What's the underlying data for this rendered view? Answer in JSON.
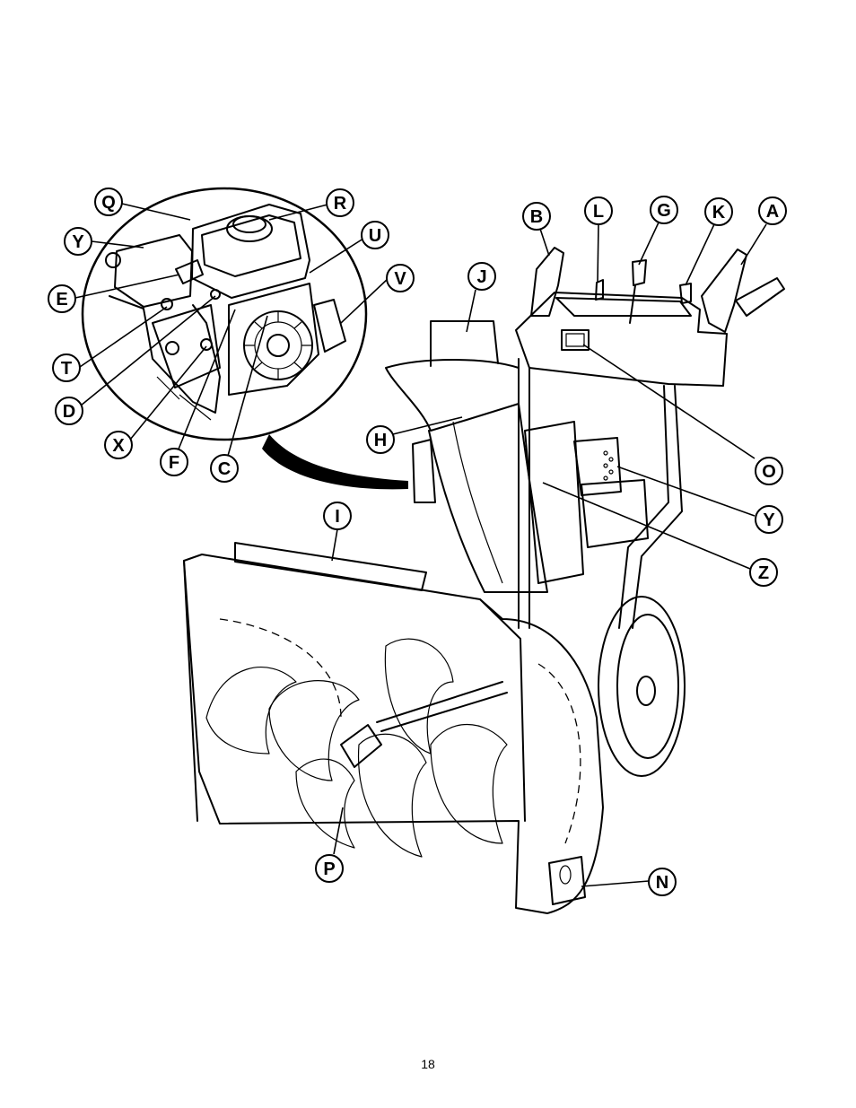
{
  "page_number": "18",
  "callouts": [
    {
      "label": "Q",
      "points_to": "engine-top-cover"
    },
    {
      "label": "R",
      "points_to": "fuel-cap"
    },
    {
      "label": "U",
      "points_to": "engine-shroud"
    },
    {
      "label": "V",
      "points_to": "recoil-starter-handle"
    },
    {
      "label": "Y",
      "points_to": "engine-head"
    },
    {
      "label": "E",
      "points_to": "oil-fill-cap"
    },
    {
      "label": "T",
      "points_to": "primer"
    },
    {
      "label": "D",
      "points_to": "choke"
    },
    {
      "label": "X",
      "points_to": "ignition-port"
    },
    {
      "label": "F",
      "points_to": "throttle-control"
    },
    {
      "label": "C",
      "points_to": "recoil-starter"
    },
    {
      "label": "B",
      "points_to": "left-drive-handle"
    },
    {
      "label": "L",
      "points_to": "speed-lever"
    },
    {
      "label": "G",
      "points_to": "chute-crank"
    },
    {
      "label": "K",
      "points_to": "chute-deflector-lever"
    },
    {
      "label": "A",
      "points_to": "right-auger-handle"
    },
    {
      "label": "J",
      "points_to": "chute-deflector-handle"
    },
    {
      "label": "O",
      "points_to": "headlight"
    },
    {
      "label": "H",
      "points_to": "discharge-chute"
    },
    {
      "label": "Y",
      "points_to": "engine-side-cover"
    },
    {
      "label": "Z",
      "points_to": "frame-tube"
    },
    {
      "label": "I",
      "points_to": "auger-housing-shaft"
    },
    {
      "label": "P",
      "points_to": "auger-gearbox"
    },
    {
      "label": "N",
      "points_to": "skid-shoe"
    }
  ]
}
